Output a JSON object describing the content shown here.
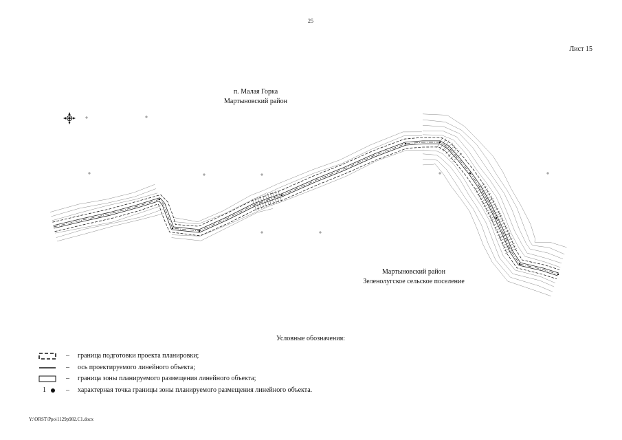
{
  "page": {
    "number": "25",
    "sheet": "Лист 15"
  },
  "map": {
    "north_arrow_icon": "compass-icon",
    "labels": [
      {
        "lines": [
          "п. Малая Горка",
          "Мартыновский район"
        ]
      },
      {
        "lines": [
          "Мартыновский район",
          "Зеленолугское сельское поселение"
        ]
      }
    ]
  },
  "legend": {
    "title": "Условные обозначения:",
    "items": [
      {
        "symbol": "dashed-rectangle-icon",
        "dash": "–",
        "text": "граница подготовки проекта планировки;"
      },
      {
        "symbol": "solid-line-icon",
        "dash": "–",
        "text": "ось проектируемого линейного объекта;"
      },
      {
        "symbol": "rectangle-outline-icon",
        "dash": "–",
        "text": "граница зоны планируемого размещения линейного объекта;"
      },
      {
        "symbol": "point-icon",
        "label": "1",
        "dash": "–",
        "text": "характерная точка границы зоны планируемого размещения линейного объекта."
      }
    ]
  },
  "footer": {
    "path": "Y:\\ORST\\Ppo\\1129p982.C1.docx"
  },
  "colors": {
    "ink": "#111111",
    "map_line": "#222222",
    "contour": "#8a8a8a"
  }
}
